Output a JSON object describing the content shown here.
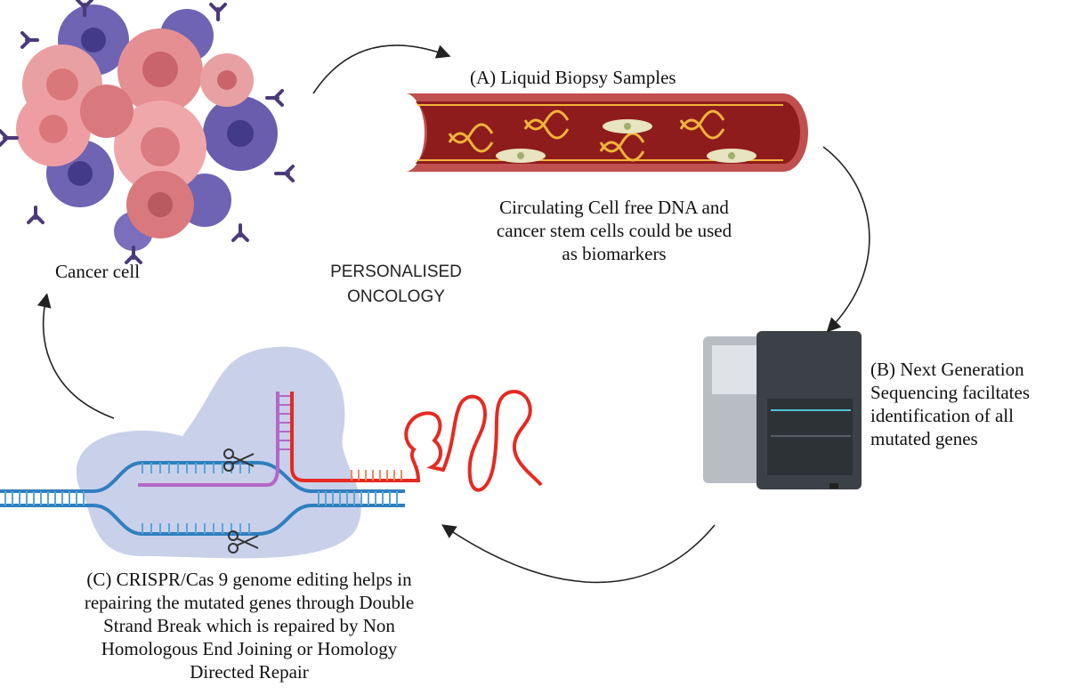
{
  "labels": {
    "cancer_cell": "Cancer cell",
    "center_title": [
      "PERSONALISED",
      "ONCOLOGY"
    ],
    "liquid_biopsy_title": "(A) Liquid Biopsy Samples",
    "liquid_biopsy_desc": [
      "Circulating Cell free DNA and",
      "cancer stem cells could be used",
      "as biomarkers"
    ],
    "ngs_desc": [
      "(B) Next Generation",
      "Sequencing faciltates",
      "identification of all",
      "mutated genes"
    ],
    "crispr_desc": [
      "(C) CRISPR/Cas 9 genome editing helps in",
      "repairing the mutated genes through Double",
      "Strand Break which is repaired by Non",
      "Homologous End Joining or Homology",
      "Directed Repair"
    ]
  },
  "colors": {
    "vessel_outer": "#c0504d",
    "vessel_inner": "#8e1c1c",
    "dna_strand": "#f2b43a",
    "cell_pink": "#e9a0a3",
    "cell_purple": "#6f63b3",
    "dna_blue": "#2f7fbf",
    "guide_rna": "#e52a22",
    "cas9_blob": "#c9d0ea",
    "sequencer_body": "#3c4147",
    "arrow": "#222222"
  },
  "icons": [
    "cancer-cell-cluster",
    "blood-vessel",
    "sequencer-machine",
    "crispr-cas9-complex",
    "scissors-icon"
  ]
}
